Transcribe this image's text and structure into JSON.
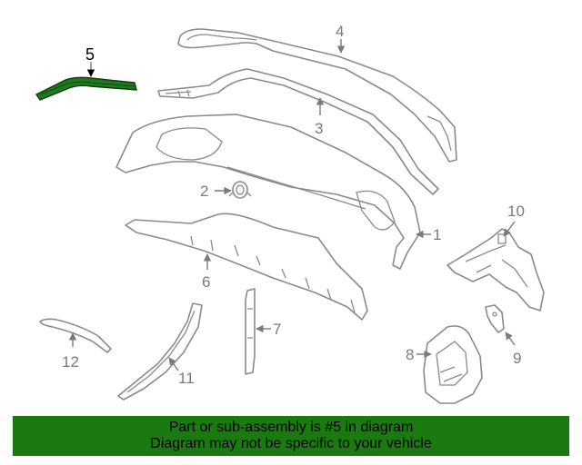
{
  "colors": {
    "highlight": "#1f7a1f",
    "banner": "#1a7a10",
    "line": "#8a8a8a",
    "label": "#7a7a7a"
  },
  "callouts": {
    "c1": "1",
    "c2": "2",
    "c3": "3",
    "c4": "4",
    "c5": "5",
    "c6": "6",
    "c7": "7",
    "c8": "8",
    "c9": "9",
    "c10": "10",
    "c11": "11",
    "c12": "12"
  },
  "highlighted_part": "5",
  "banner": {
    "line1": "Part or sub-assembly is #5 in diagram",
    "line2": "Diagram may not be specific to your vehicle"
  }
}
